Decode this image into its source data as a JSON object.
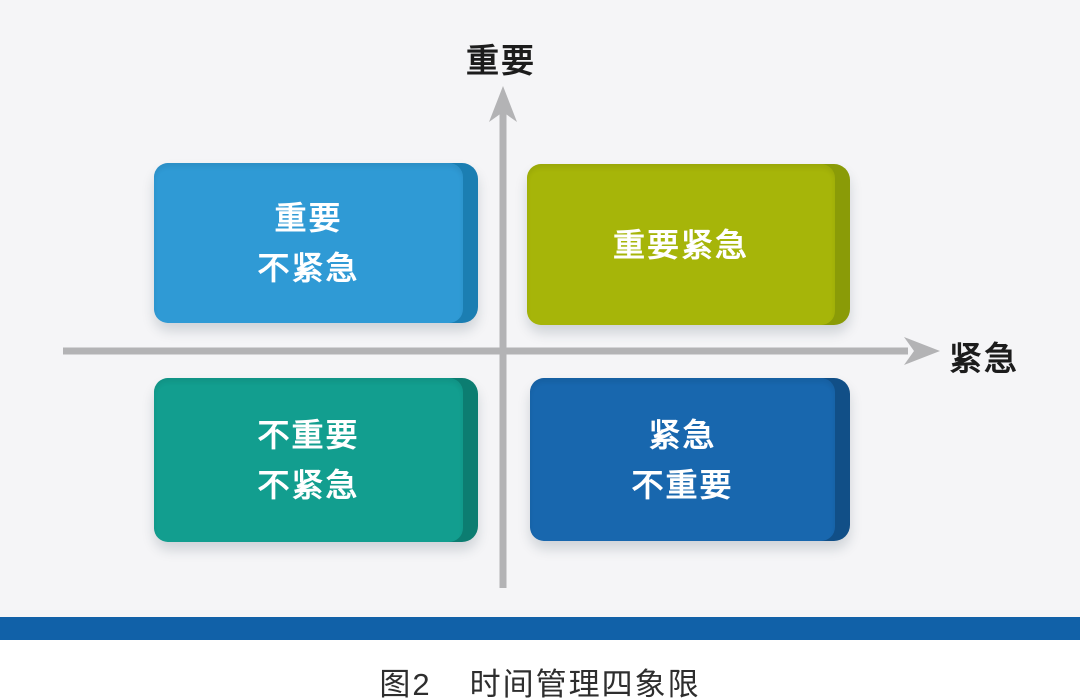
{
  "axes": {
    "y_label": "重要",
    "x_label": "紧急",
    "line_color": "#b3b3b5"
  },
  "quadrants": [
    {
      "name": "important-not-urgent",
      "line1": "重要",
      "line2": "不紧急",
      "color": "#2f9ad5",
      "edge_color": "#1b7eb2"
    },
    {
      "name": "important-urgent",
      "line1": "重要紧急",
      "color": "#a6b509",
      "edge_color": "#8a9b07"
    },
    {
      "name": "not-important-not-urgent",
      "line1": "不重要",
      "line2": "不紧急",
      "color": "#129e8f",
      "edge_color": "#0c7d71"
    },
    {
      "name": "urgent-not-important",
      "line1": "紧急",
      "line2": "不重要",
      "color": "#1867ae",
      "edge_color": "#114f87"
    }
  ],
  "caption": {
    "prefix": "图2",
    "title": "时间管理四象限"
  },
  "colors": {
    "background": "#f5f5f7",
    "footer_bar": "#1161a8"
  }
}
